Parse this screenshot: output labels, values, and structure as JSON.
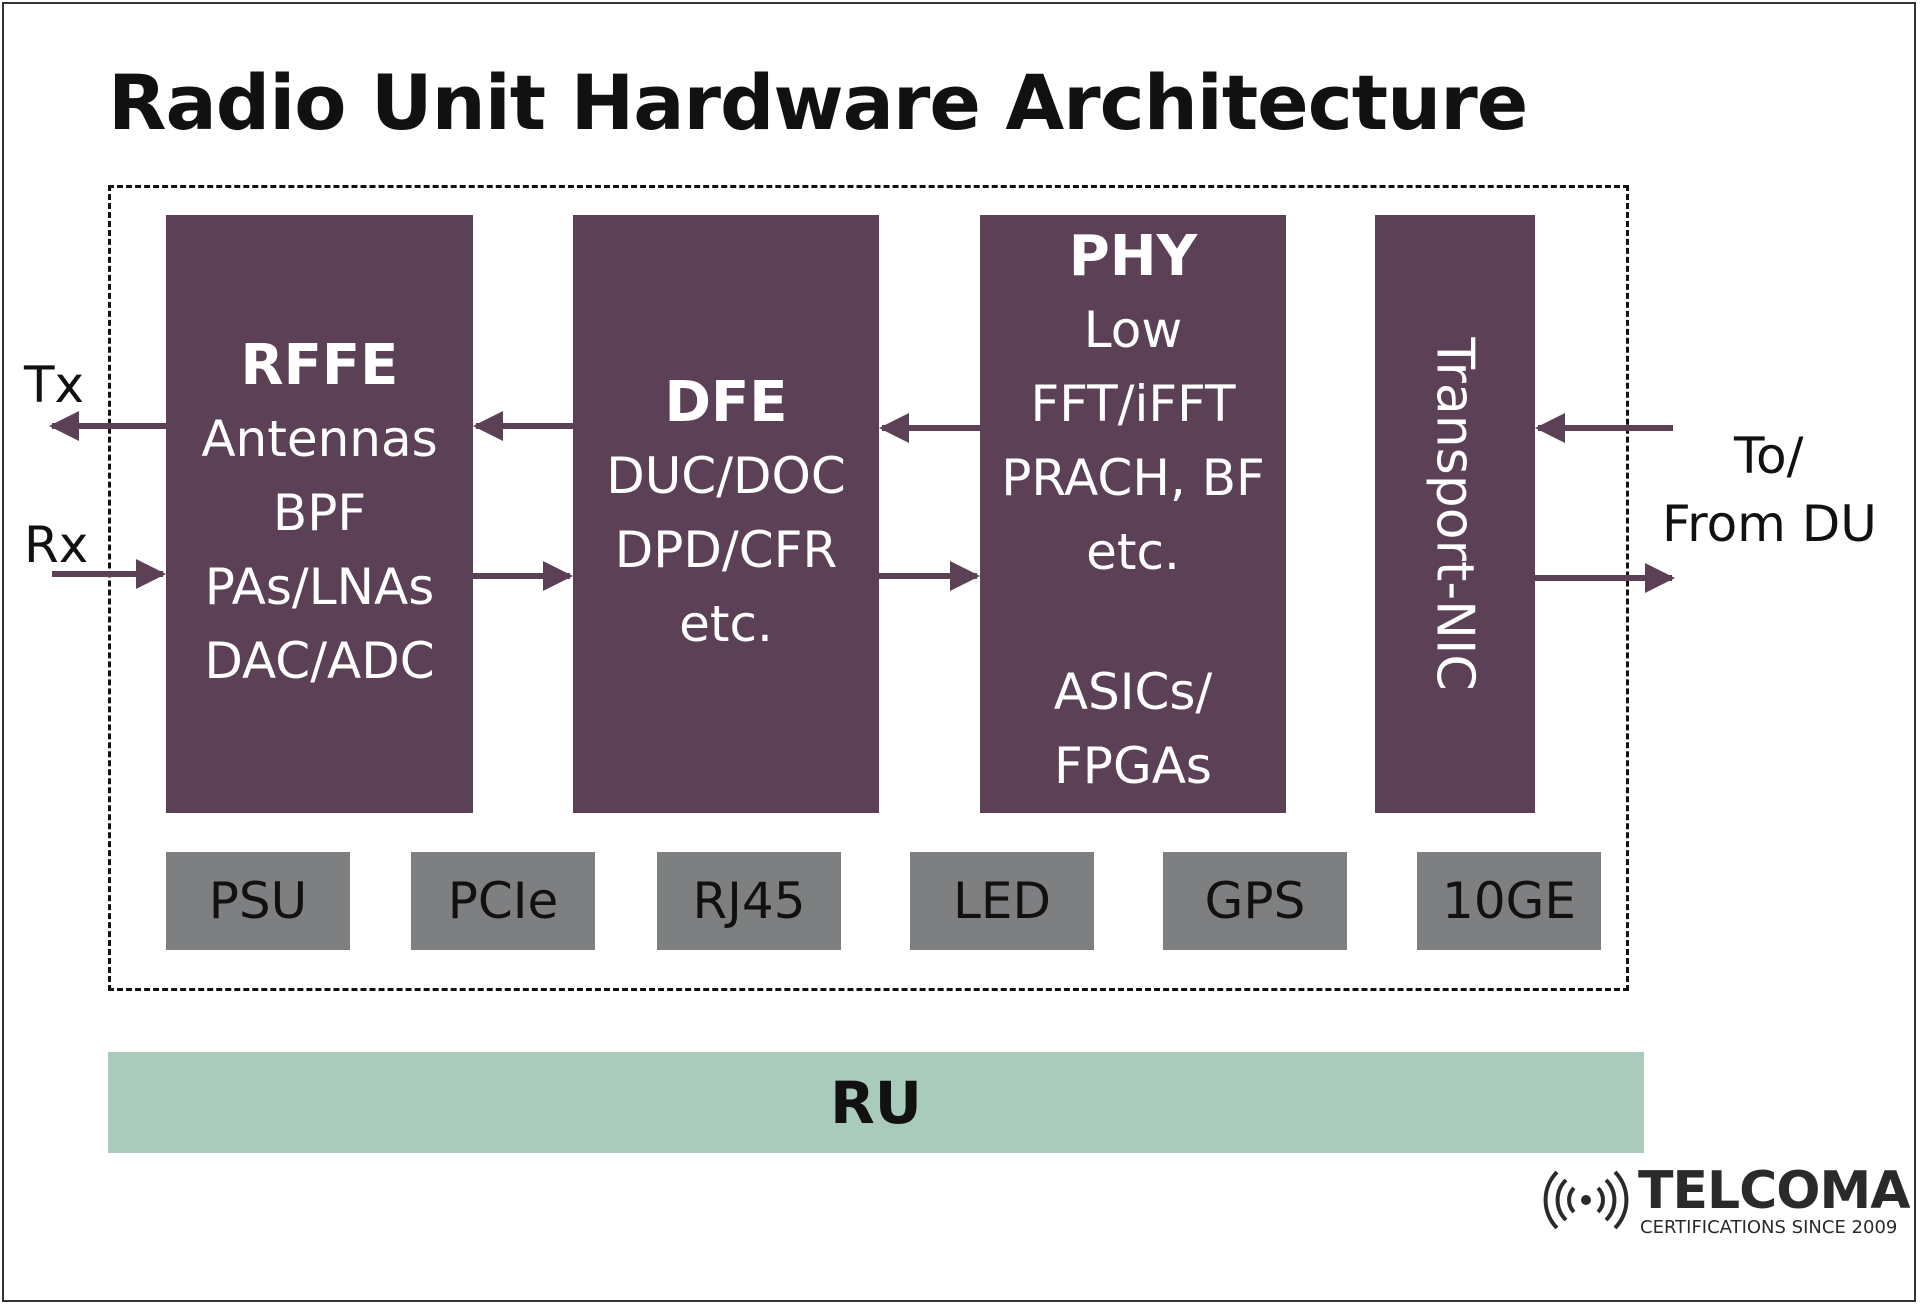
{
  "title": "Radio Unit Hardware Architecture",
  "blocks": {
    "rffe": {
      "heading": "RFFE",
      "lines": [
        "Antennas",
        "BPF",
        "PAs/LNAs",
        "DAC/ADC"
      ]
    },
    "dfe": {
      "heading": "DFE",
      "lines": [
        "DUC/DOC",
        "DPD/CFR",
        "etc."
      ]
    },
    "phy": {
      "heading": "PHY",
      "lines": [
        "Low",
        "FFT/iFFT",
        "PRACH, BF",
        "etc."
      ],
      "hw_lines": [
        "ASICs/",
        "FPGAs"
      ]
    },
    "nic": {
      "label": "Transport-NIC"
    }
  },
  "peripherals": [
    "PSU",
    "PCIe",
    "RJ45",
    "LED",
    "GPS",
    "10GE"
  ],
  "ru_label": "RU",
  "side_labels": {
    "tx": "Tx",
    "rx": "Rx",
    "du_line1": "To/",
    "du_line2": "From DU"
  },
  "logo": {
    "name": "TELCOMA",
    "tagline": "CERTIFICATIONS SINCE 2009"
  },
  "colors": {
    "block": "#5c4056",
    "peripheral": "#7e7f80",
    "ru": "#a8cbbb",
    "arrow": "#5c4056"
  }
}
